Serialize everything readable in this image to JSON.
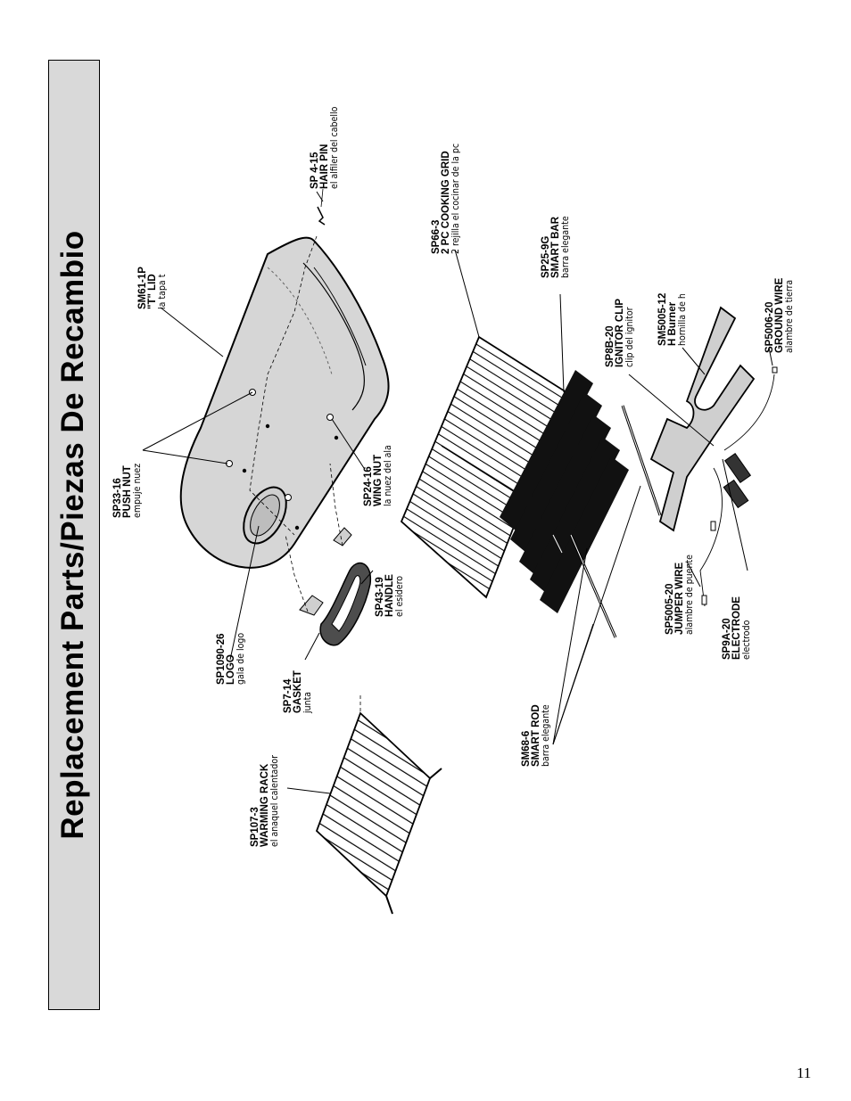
{
  "title": "Replacement Parts/Piezas De Recambio",
  "page_number": "11",
  "parts": {
    "sp107_3": {
      "code": "SP107-3",
      "name": "WARMING RACK",
      "es": "el anaquel calentador"
    },
    "sp1090_26": {
      "code": "SP1090-26",
      "name": "LOGO",
      "es": "gala de logo"
    },
    "sp7_14": {
      "code": "SP7-14",
      "name": "GASKET",
      "es": "junta"
    },
    "sp33_16": {
      "code": "SP33-16",
      "name": "PUSH NUT",
      "es": "empuje nuez"
    },
    "sp43_19": {
      "code": "SP43-19",
      "name": "HANDLE",
      "es": "el esidero"
    },
    "sp24_16": {
      "code": "SP24-16",
      "name": "WING NUT",
      "es": "la nuez del ala"
    },
    "sm61_1p": {
      "code": "SM61-1P",
      "name": "\"T\" LID",
      "es": "la tapa t"
    },
    "sp4_15": {
      "code": "SP 4-15",
      "name": "HAIR PIN",
      "es": "el alfiler del cabello"
    },
    "sp66_3": {
      "code": "SP66-3",
      "name": "2 PC COOKING GRID",
      "es": "2 rejilla el cocinar de la pc"
    },
    "sp25_9g": {
      "code": "SP25-9G",
      "name": "SMART BAR",
      "es": "barra elegante"
    },
    "sm68_6": {
      "code": "SM68-6",
      "name": "SMART ROD",
      "es": "barra elegante"
    },
    "sp8b_20": {
      "code": "SP8B-20",
      "name": "IGNITOR CLIP",
      "es": "clip del ignitor"
    },
    "sm5005_12": {
      "code": "SM5005-12",
      "name": "H Burner",
      "es": "hornilla de h"
    },
    "sp5006_20": {
      "code": "SP5006-20",
      "name": "GROUND WIRE",
      "es": "alambre de tierra"
    },
    "sp5005_20": {
      "code": "SP5005-20",
      "name": "JUMPER WIRE",
      "es": "alambre de puente"
    },
    "sp9a_20": {
      "code": "SP9A-20",
      "name": "ELECTRODE",
      "es": "electrodo"
    }
  }
}
